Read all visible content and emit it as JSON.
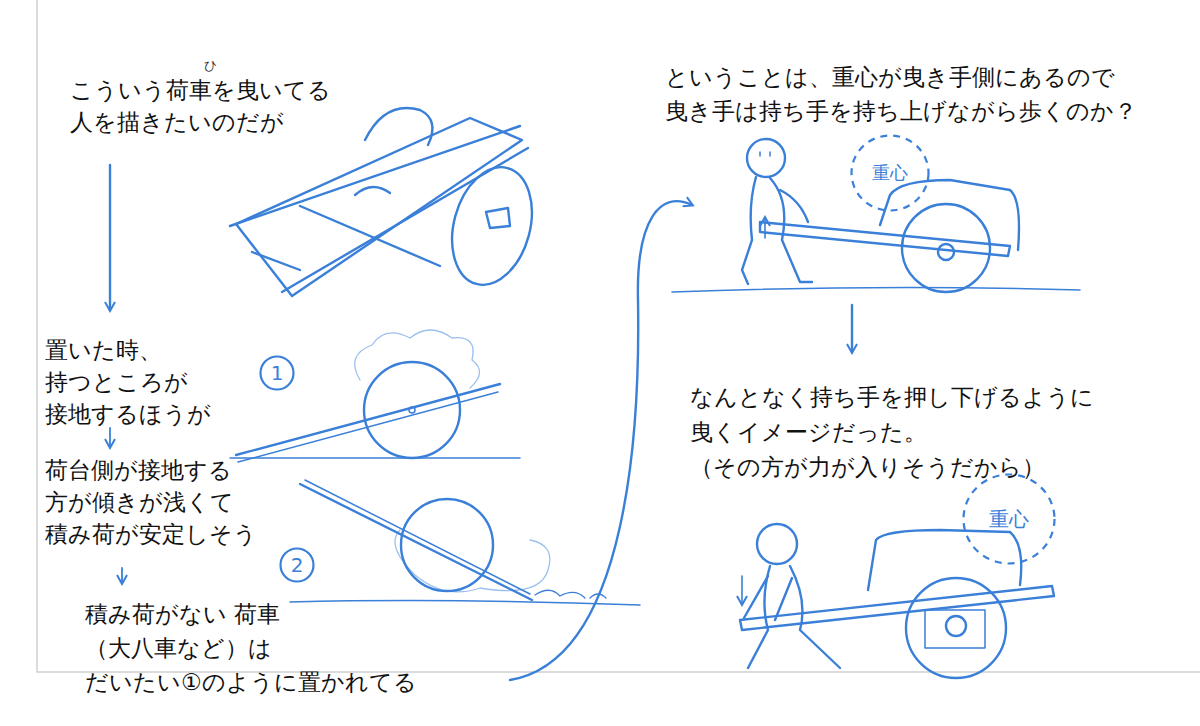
{
  "diagram": {
    "nodes": [
      {
        "text": [
          "1"
        ]
      },
      {
        "text": [
          "2"
        ]
      },
      {
        "text": [
          "重心"
        ]
      },
      {
        "text": [
          "重心"
        ]
      }
    ],
    "labels": [
      "ひ",
      "こういう荷車を曳いてる 人を描きたいのだが",
      "置いた時、 持つところが 接地するほうが",
      "荷台側が接地する 方が傾きが浅くて 積み荷が安定しそう",
      "積み荷がない 荷車（大八車など）は だいたい①のように置かれてる",
      "ということは、重心が曳き手側にあるので 曳き手は持ち手を持ち上げながら歩くのか？",
      "なんとなく持ち手を押し下げるように 曳くイメージだった。 （その方が力が入りそうだから）"
    ]
  }
}
